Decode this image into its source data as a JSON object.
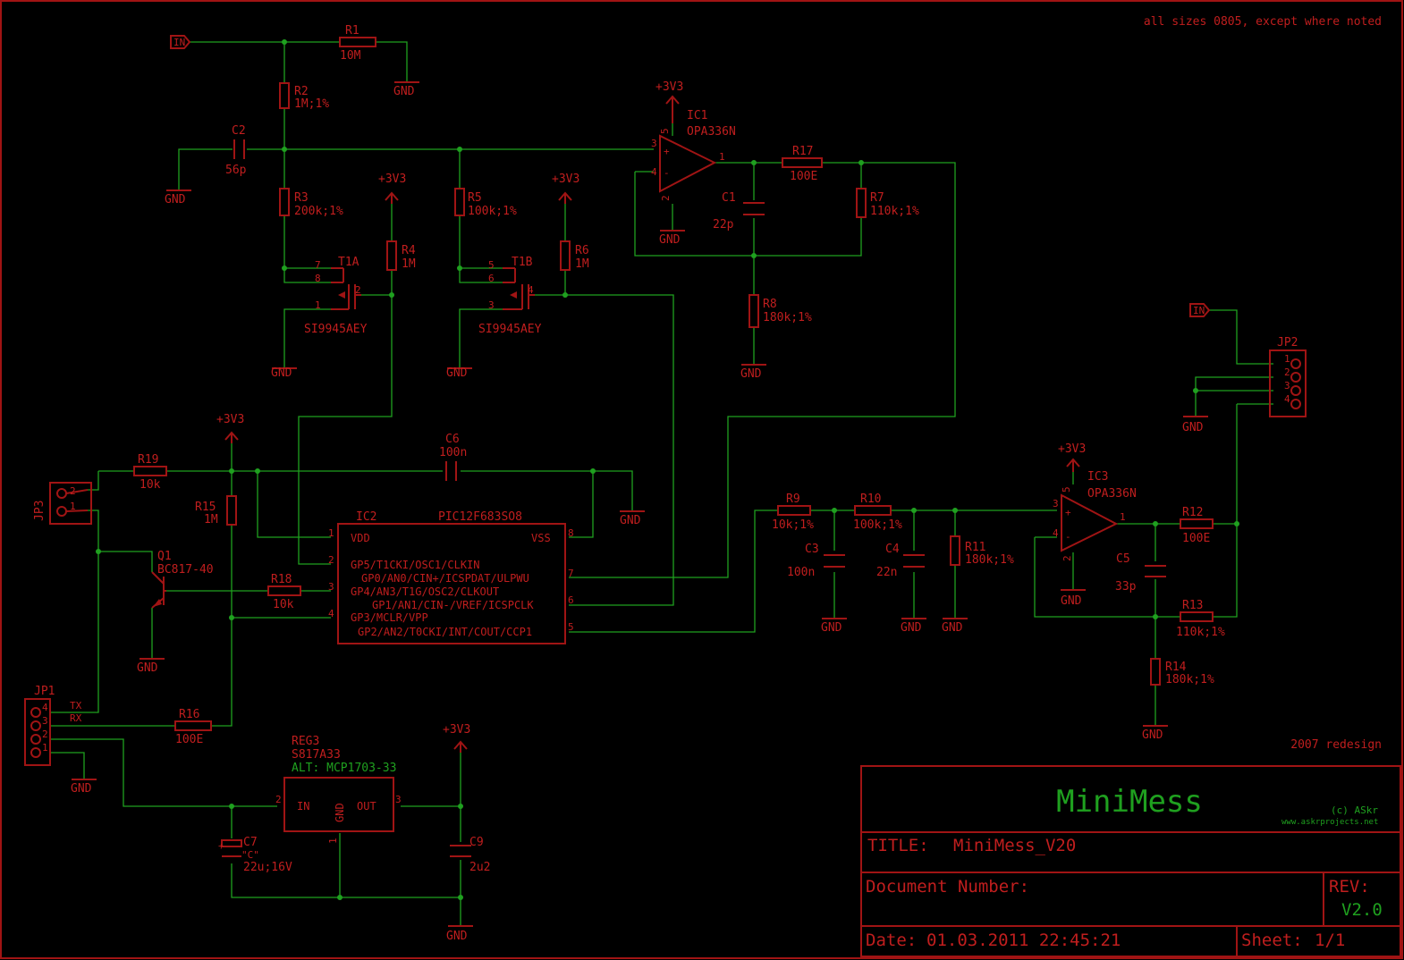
{
  "notes": {
    "sizes": "all sizes 0805, except where noted",
    "redesign": "2007 redesign"
  },
  "title_block": {
    "project": "MiniMess",
    "copyright": "(c) ASkr",
    "url": "www.askrprojects.net",
    "title_label": "TITLE:",
    "title_value": "MiniMess_V20",
    "docnum_label": "Document Number:",
    "rev_label": "REV:",
    "rev_value": "V2.0",
    "date_label": "Date:",
    "date_value": "01.03.2011 22:45:21",
    "sheet_label": "Sheet:",
    "sheet_value": "1/1"
  },
  "nets": {
    "in": "IN",
    "gnd": "GND",
    "vcc": "+3V3",
    "tx": "TX",
    "rx": "RX"
  },
  "parts": {
    "R1": {
      "name": "R1",
      "value": "10M"
    },
    "R2": {
      "name": "R2",
      "value": "1M;1%"
    },
    "R3": {
      "name": "R3",
      "value": "200k;1%"
    },
    "R4": {
      "name": "R4",
      "value": "1M"
    },
    "R5": {
      "name": "R5",
      "value": "100k;1%"
    },
    "R6": {
      "name": "R6",
      "value": "1M"
    },
    "R7": {
      "name": "R7",
      "value": "110k;1%"
    },
    "R8": {
      "name": "R8",
      "value": "180k;1%"
    },
    "R9": {
      "name": "R9",
      "value": "10k;1%"
    },
    "R10": {
      "name": "R10",
      "value": "100k;1%"
    },
    "R11": {
      "name": "R11",
      "value": "180k;1%"
    },
    "R12": {
      "name": "R12",
      "value": "100E"
    },
    "R13": {
      "name": "R13",
      "value": "110k;1%"
    },
    "R14": {
      "name": "R14",
      "value": "180k;1%"
    },
    "R15": {
      "name": "R15",
      "value": "1M"
    },
    "R16": {
      "name": "R16",
      "value": "100E"
    },
    "R17": {
      "name": "R17",
      "value": "100E"
    },
    "R18": {
      "name": "R18",
      "value": "10k"
    },
    "R19": {
      "name": "R19",
      "value": "10k"
    },
    "C1": {
      "name": "C1",
      "value": "22p"
    },
    "C2": {
      "name": "C2",
      "value": "56p"
    },
    "C3": {
      "name": "C3",
      "value": "100n"
    },
    "C4": {
      "name": "C4",
      "value": "22n"
    },
    "C5": {
      "name": "C5",
      "value": "33p"
    },
    "C6": {
      "name": "C6",
      "value": "100n"
    },
    "C7": {
      "name": "C7",
      "value": "22u;16V",
      "extra": "\"C\""
    },
    "C9": {
      "name": "C9",
      "value": "2u2"
    },
    "IC1": {
      "name": "IC1",
      "value": "OPA336N"
    },
    "IC3": {
      "name": "IC3",
      "value": "OPA336N"
    },
    "T1A": {
      "name": "T1A",
      "value": "SI9945AEY"
    },
    "T1B": {
      "name": "T1B",
      "value": "SI9945AEY"
    },
    "Q1": {
      "name": "Q1",
      "value": "BC817-40"
    },
    "REG3": {
      "name": "REG3",
      "value": "S817A33",
      "alt": "ALT: MCP1703-33",
      "in": "IN",
      "gnd": "GND",
      "out": "OUT"
    },
    "JP1": {
      "name": "JP1"
    },
    "JP2": {
      "name": "JP2"
    },
    "JP3": {
      "name": "JP3"
    }
  },
  "ic2": {
    "name": "IC2",
    "value": "PIC12F683SO8",
    "pins": {
      "vdd": "VDD",
      "vss": "VSS",
      "p2": "GP5/T1CKI/OSC1/CLKIN",
      "p7": "GP0/AN0/CIN+/ICSPDAT/ULPWU",
      "p3": "GP4/AN3/T1G/OSC2/CLKOUT",
      "p6": "GP1/AN1/CIN-/VREF/ICSPCLK",
      "p4": "GP3/MCLR/VPP",
      "p5": "GP2/AN2/T0CKI/INT/COUT/CCP1"
    }
  },
  "colors": {
    "background": "#000000",
    "symbol": "#a01414",
    "text": "#c01e1e",
    "wire": "#1fa01f"
  }
}
